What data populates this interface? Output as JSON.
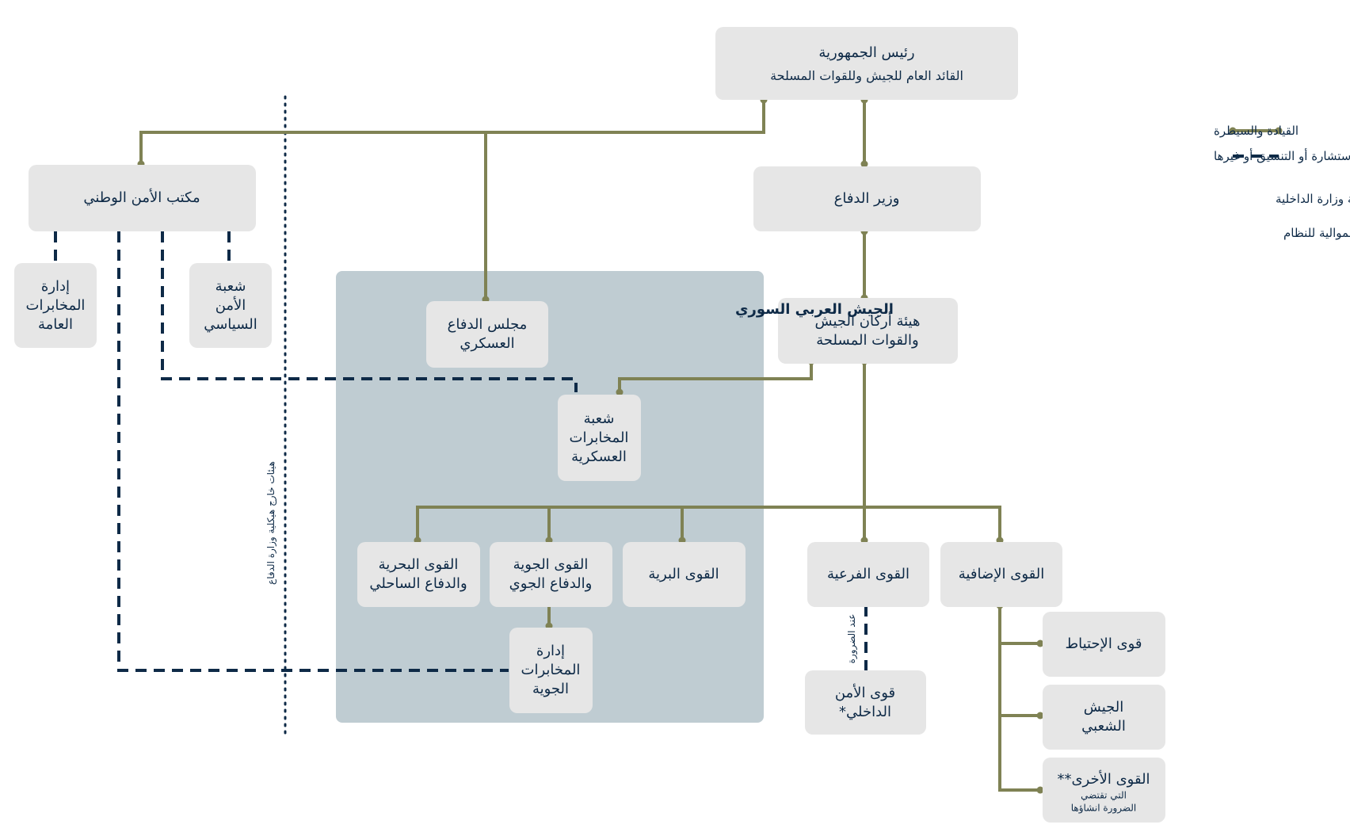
{
  "colors": {
    "command_line": "#7f8254",
    "advisory_line": "#0e2a47",
    "box": "#e6e6e6",
    "army_area": "#bfccd2",
    "text": "#0e2a47"
  },
  "legend": {
    "command": "القيادة والسيطرة",
    "advisory": "الاستشارة أو التنسيق أو غيرها",
    "note1": "* جزء من هيكلية وزارة الداخلية",
    "note2": "** تشمل الميليشيات الموالية للنظام"
  },
  "army_title": "الجيش العربي السوري",
  "outside_label": "هيئات خارج هيكلية وزارة الدفاع",
  "when_needed": "عند الضرورة",
  "nodes": {
    "president": {
      "title": "رئيس الجمهورية",
      "subtitle": "القائد العام للجيش وللقوات المسلحة"
    },
    "defense_minister": {
      "lines": [
        "وزير الدفاع"
      ]
    },
    "national_security": {
      "lines": [
        "مكتب الأمن الوطني"
      ]
    },
    "general_intelligence": {
      "lines": [
        "إدارة",
        "المخابرات",
        "العامة"
      ]
    },
    "political_security": {
      "lines": [
        "شعبة",
        "الأمن",
        "السياسي"
      ]
    },
    "military_council": {
      "lines": [
        "مجلس الدفاع",
        "العسكري"
      ]
    },
    "general_staff": {
      "lines": [
        "هيئة أركان الجيش",
        "والقوات المسلحة"
      ]
    },
    "military_intelligence": {
      "lines": [
        "شعبة",
        "المخابرات",
        "العسكرية"
      ]
    },
    "naval_forces": {
      "lines": [
        "القوى البحرية",
        "والدفاع الساحلي"
      ]
    },
    "air_forces": {
      "lines": [
        "القوى الجوية",
        "والدفاع الجوي"
      ]
    },
    "land_forces": {
      "lines": [
        "القوى البرية"
      ]
    },
    "branch_forces": {
      "lines": [
        "القوى الفرعية"
      ]
    },
    "additional_forces": {
      "lines": [
        "القوى الإضافية"
      ]
    },
    "air_intelligence": {
      "lines": [
        "إدارة",
        "المخابرات",
        "الجوية"
      ]
    },
    "internal_security": {
      "lines": [
        "قوى الأمن",
        "الداخلي*"
      ]
    },
    "reserve_forces": {
      "lines": [
        "قوى الإحتياط"
      ]
    },
    "popular_army": {
      "lines": [
        "الجيش",
        "الشعبي"
      ]
    },
    "other_forces": {
      "lines": [
        "القوى الأخرى**"
      ],
      "small_lines": [
        "التي تقتضي",
        "الضرورة انشاؤها"
      ]
    }
  }
}
